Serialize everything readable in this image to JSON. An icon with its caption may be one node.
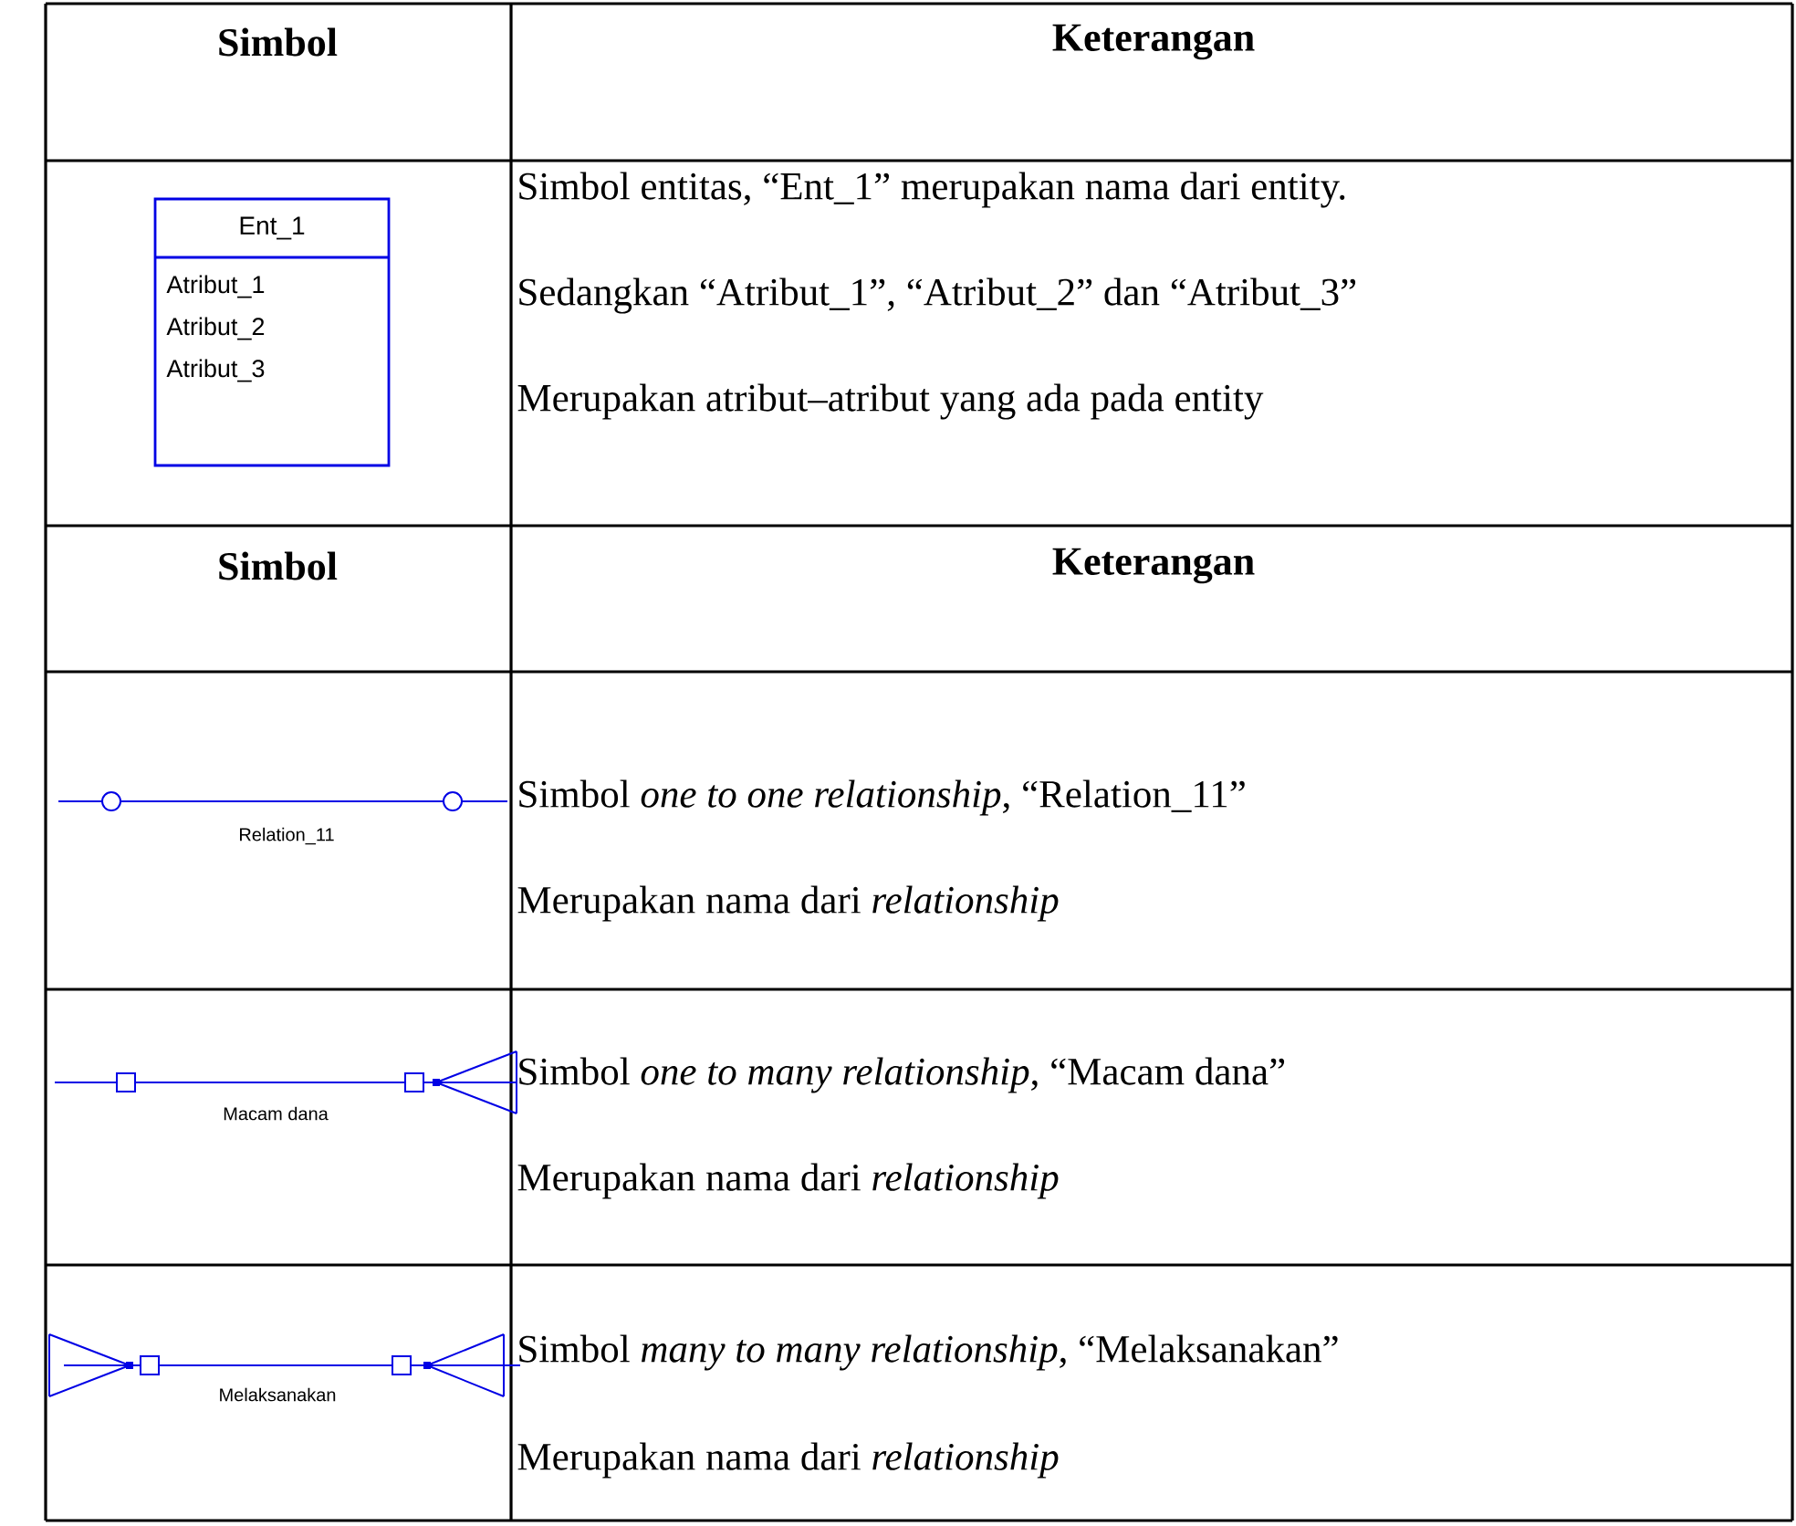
{
  "diagram": {
    "nodes": [
      {
        "text": [
          "Ent_1",
          "Atribut_1",
          "Atribut_2",
          "Atribut_3"
        ]
      }
    ],
    "labels": [
      "Simbol",
      "Keterangan",
      "Simbol entitas, “Ent_1” merupakan nama dari entity.",
      "Sedangkan “Atribut_1”, “Atribut_2” dan “Atribut_3”",
      "Merupakan atribut–atribut yang ada pada entity",
      "Simbol",
      "Keterangan",
      "Relation_11",
      "Simbol *one to one relationship*, “Relation_11”",
      "Merupakan nama dari *relationship*",
      "Macam dana",
      "Simbol *one to many relationship*, “Macam dana”",
      "Merupakan nama dari *relationship*",
      "Melaksanakan",
      "Simbol *many to many relationship*, “Melaksanakan”",
      "Merupakan nama dari *relationship*"
    ]
  }
}
